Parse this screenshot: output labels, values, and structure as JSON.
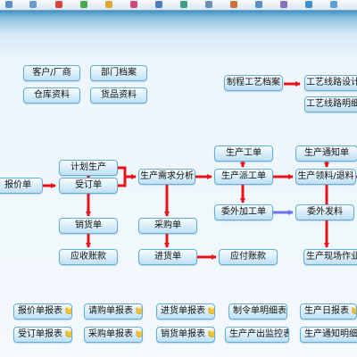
{
  "colors": {
    "arrow_red": "#e8141b",
    "arrow_blue": "#6b74ee",
    "node_border": "#62aedb",
    "node_fill": "#d4ebf8"
  },
  "toolbar": {
    "icons": [
      "toolbar-icon-1",
      "toolbar-icon-2",
      "toolbar-icon-3",
      "toolbar-icon-4",
      "toolbar-icon-5",
      "toolbar-icon-6",
      "toolbar-icon-7",
      "toolbar-icon-8",
      "toolbar-icon-9",
      "toolbar-icon-10",
      "toolbar-icon-11",
      "toolbar-icon-12",
      "toolbar-icon-13",
      "toolbar-icon-14"
    ]
  },
  "archives": {
    "customer_supplier": "客户/厂商",
    "department": "部门档案",
    "warehouse": "仓库资料",
    "goods": "货品资料"
  },
  "process_archive": {
    "process_file": "制程工艺档案",
    "route_design": "工艺线路设计",
    "route_detail": "工艺线路明细"
  },
  "flow": {
    "quotation": "报价单",
    "plan_production": "计划生产",
    "order": "受订单",
    "sales_delivery": "销货单",
    "receivable": "应收账款",
    "demand_analysis": "生产需求分析",
    "purchase_order": "采购单",
    "purchase_receipt": "进货单",
    "payable": "应付账款",
    "production_work": "生产工单",
    "production_dispatch": "生产派工单",
    "outsource_work": "委外加工单",
    "outsource_issue": "委外发料",
    "production_notice": "生产通知单",
    "material_issue_return": "生产领料/退料",
    "shop_floor": "生产现场作业"
  },
  "reports": {
    "quotation_report": "报价单报表",
    "order_report": "受订单报表",
    "inquiry_report": "请购单报表",
    "purchase_report": "采购单报表",
    "receipt_report": "进货单报表",
    "sales_report": "销货单报表",
    "make_order_detail": "制令单明细表",
    "output_monitor": "生产产出监控表",
    "daily_report": "生产日报表",
    "notice_detail": "生产通知明细表"
  }
}
